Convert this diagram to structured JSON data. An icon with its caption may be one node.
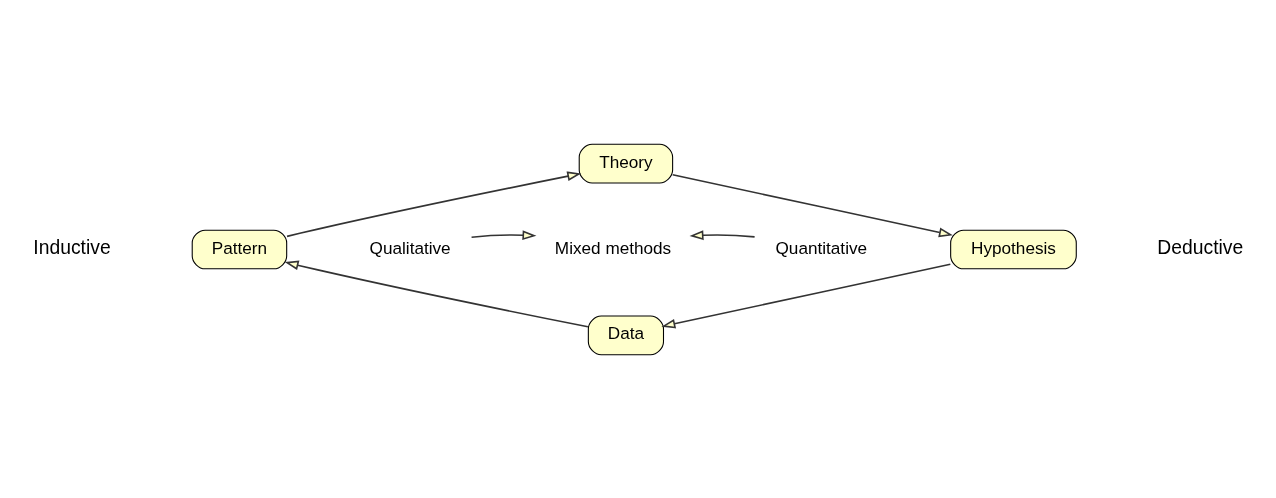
{
  "diagram": {
    "nodes": [
      {
        "text": [
          "Theory"
        ]
      },
      {
        "text": [
          "Hypothesis"
        ]
      },
      {
        "text": [
          "Data"
        ]
      },
      {
        "text": [
          "Pattern"
        ]
      },
      {
        "text": [
          "Qualitative"
        ]
      },
      {
        "text": [
          "Mixed methods"
        ]
      },
      {
        "text": [
          "Quantitative"
        ]
      }
    ],
    "edges": [
      {
        "from": 0,
        "to": 1,
        "arrow": "to"
      },
      {
        "from": 1,
        "to": 2,
        "arrow": "to"
      },
      {
        "from": 2,
        "to": 3,
        "arrow": "to"
      },
      {
        "from": 3,
        "to": 0,
        "arrow": "to"
      },
      {
        "from": 4,
        "to": 5,
        "arrow": "to"
      },
      {
        "from": 6,
        "to": 5,
        "arrow": "to"
      }
    ],
    "labels": [
      "Inductive",
      "Deductive"
    ]
  }
}
